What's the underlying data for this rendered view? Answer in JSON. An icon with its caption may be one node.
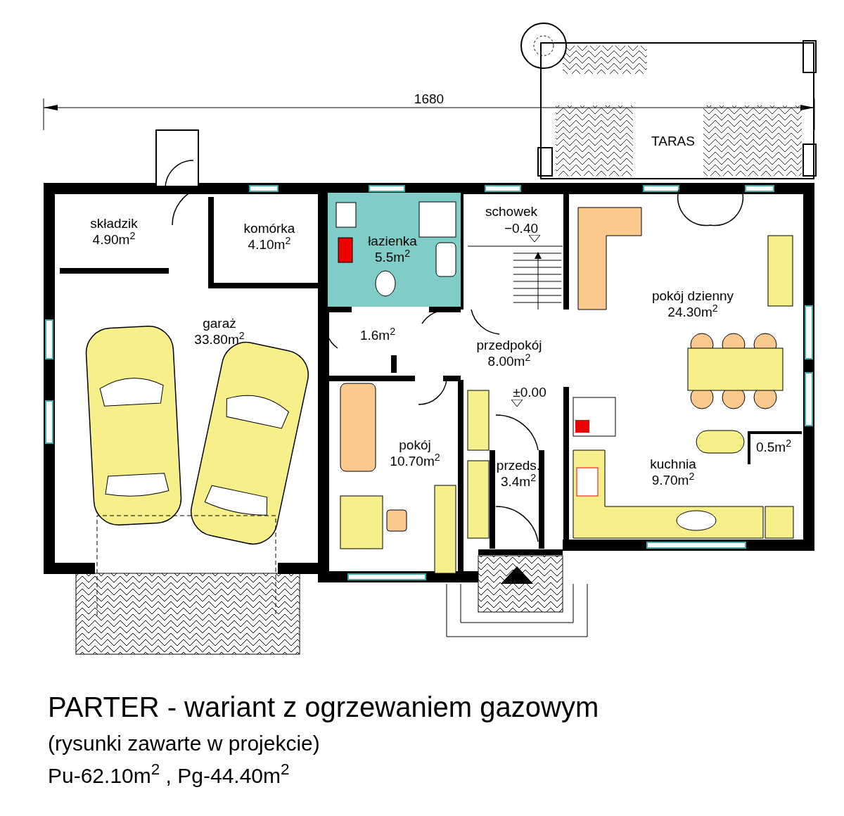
{
  "diagram": {
    "title": "PARTER - wariant z ogrzewaniem gazowym",
    "caption": "(rysunki zawarte w projekcie)",
    "nodes": [
      {
        "text": [
          "składzik",
          "4.90m$^{2}$"
        ]
      },
      {
        "text": [
          "komórka",
          "4.10m$^{2}$"
        ]
      },
      {
        "text": [
          "łazienka",
          "5.5m$^{2}$"
        ]
      },
      {
        "text": [
          "schowek"
        ]
      },
      {
        "text": [
          "garaż",
          "33.80m$^{2}$"
        ]
      },
      {
        "text": [
          "1.6m$^{2}$"
        ]
      },
      {
        "text": [
          "przedpokój",
          "8.00m$^{2}$"
        ]
      },
      {
        "text": [
          "pokój dzienny",
          "24.30m$^{2}$"
        ]
      },
      {
        "text": [
          "pokój",
          "10.70m$^{2}$"
        ]
      },
      {
        "text": [
          "przeds.",
          "3.4m$^{2}$"
        ]
      },
      {
        "text": [
          "kuchnia",
          "9.70m$^{2}$"
        ]
      },
      {
        "text": [
          "0.5m$^{2}$"
        ],
        "in": 10
      },
      {
        "text": [
          "TARAS"
        ]
      }
    ],
    "labels": [
      "1680",
      "−0.40",
      "±0.00",
      "Pu-62.10m$^{2}$ , Pg-44.40m$^{2}$"
    ]
  }
}
